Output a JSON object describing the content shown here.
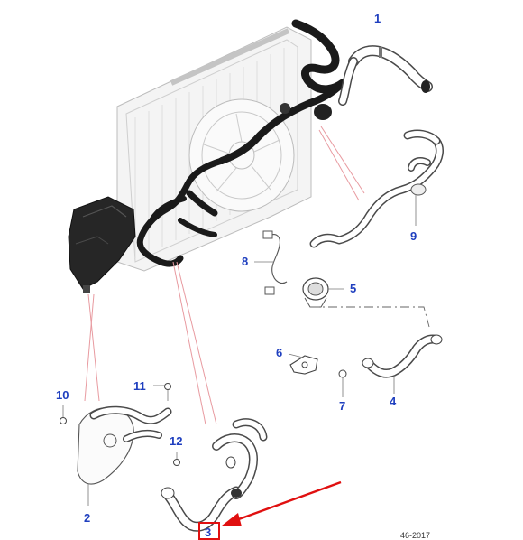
{
  "diagram": {
    "reference_code": "46-2017",
    "highlight_color": "#e01010",
    "callout_color": "#1f3fbf",
    "callouts": [
      {
        "id": "1",
        "label": "1"
      },
      {
        "id": "2",
        "label": "2"
      },
      {
        "id": "3",
        "label": "3",
        "highlighted": true
      },
      {
        "id": "4",
        "label": "4"
      },
      {
        "id": "5",
        "label": "5"
      },
      {
        "id": "6",
        "label": "6"
      },
      {
        "id": "7",
        "label": "7"
      },
      {
        "id": "8",
        "label": "8"
      },
      {
        "id": "9",
        "label": "9"
      },
      {
        "id": "10",
        "label": "10"
      },
      {
        "id": "11",
        "label": "11"
      },
      {
        "id": "12",
        "label": "12"
      }
    ]
  }
}
